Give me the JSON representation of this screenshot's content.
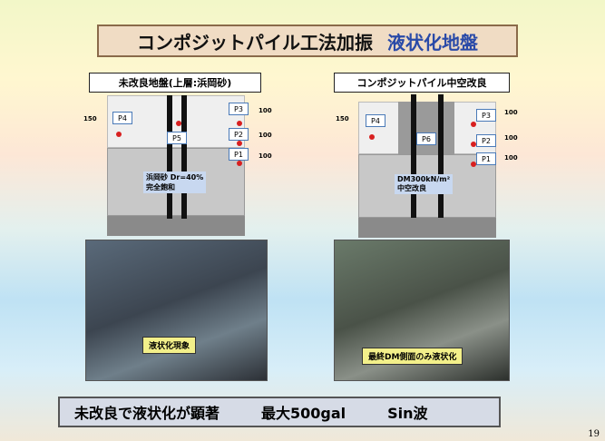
{
  "title": {
    "main": "コンポジットパイル工法加振",
    "accent": "液状化地盤"
  },
  "left": {
    "heading": "未改良地盤(上層:浜岡砂)",
    "tags": [
      "P4",
      "P3",
      "P5",
      "P2",
      "P1"
    ],
    "dims": [
      "150",
      "100",
      "100",
      "100"
    ],
    "note": [
      "浜岡砂 Dr=40%",
      "完全飽和"
    ],
    "caption": "液状化現象"
  },
  "right": {
    "heading": "コンポジットパイル中空改良",
    "tags": [
      "P4",
      "P3",
      "P6",
      "P2",
      "P1"
    ],
    "dims": [
      "150",
      "100",
      "100",
      "100"
    ],
    "note": [
      "DM300kN/m²",
      "中空改良"
    ],
    "caption": "最終DM側面のみ液状化"
  },
  "bottom": {
    "a": "未改良で液状化が顕著",
    "b": "最大500gal",
    "c": "Sin波"
  },
  "page_number": "19"
}
